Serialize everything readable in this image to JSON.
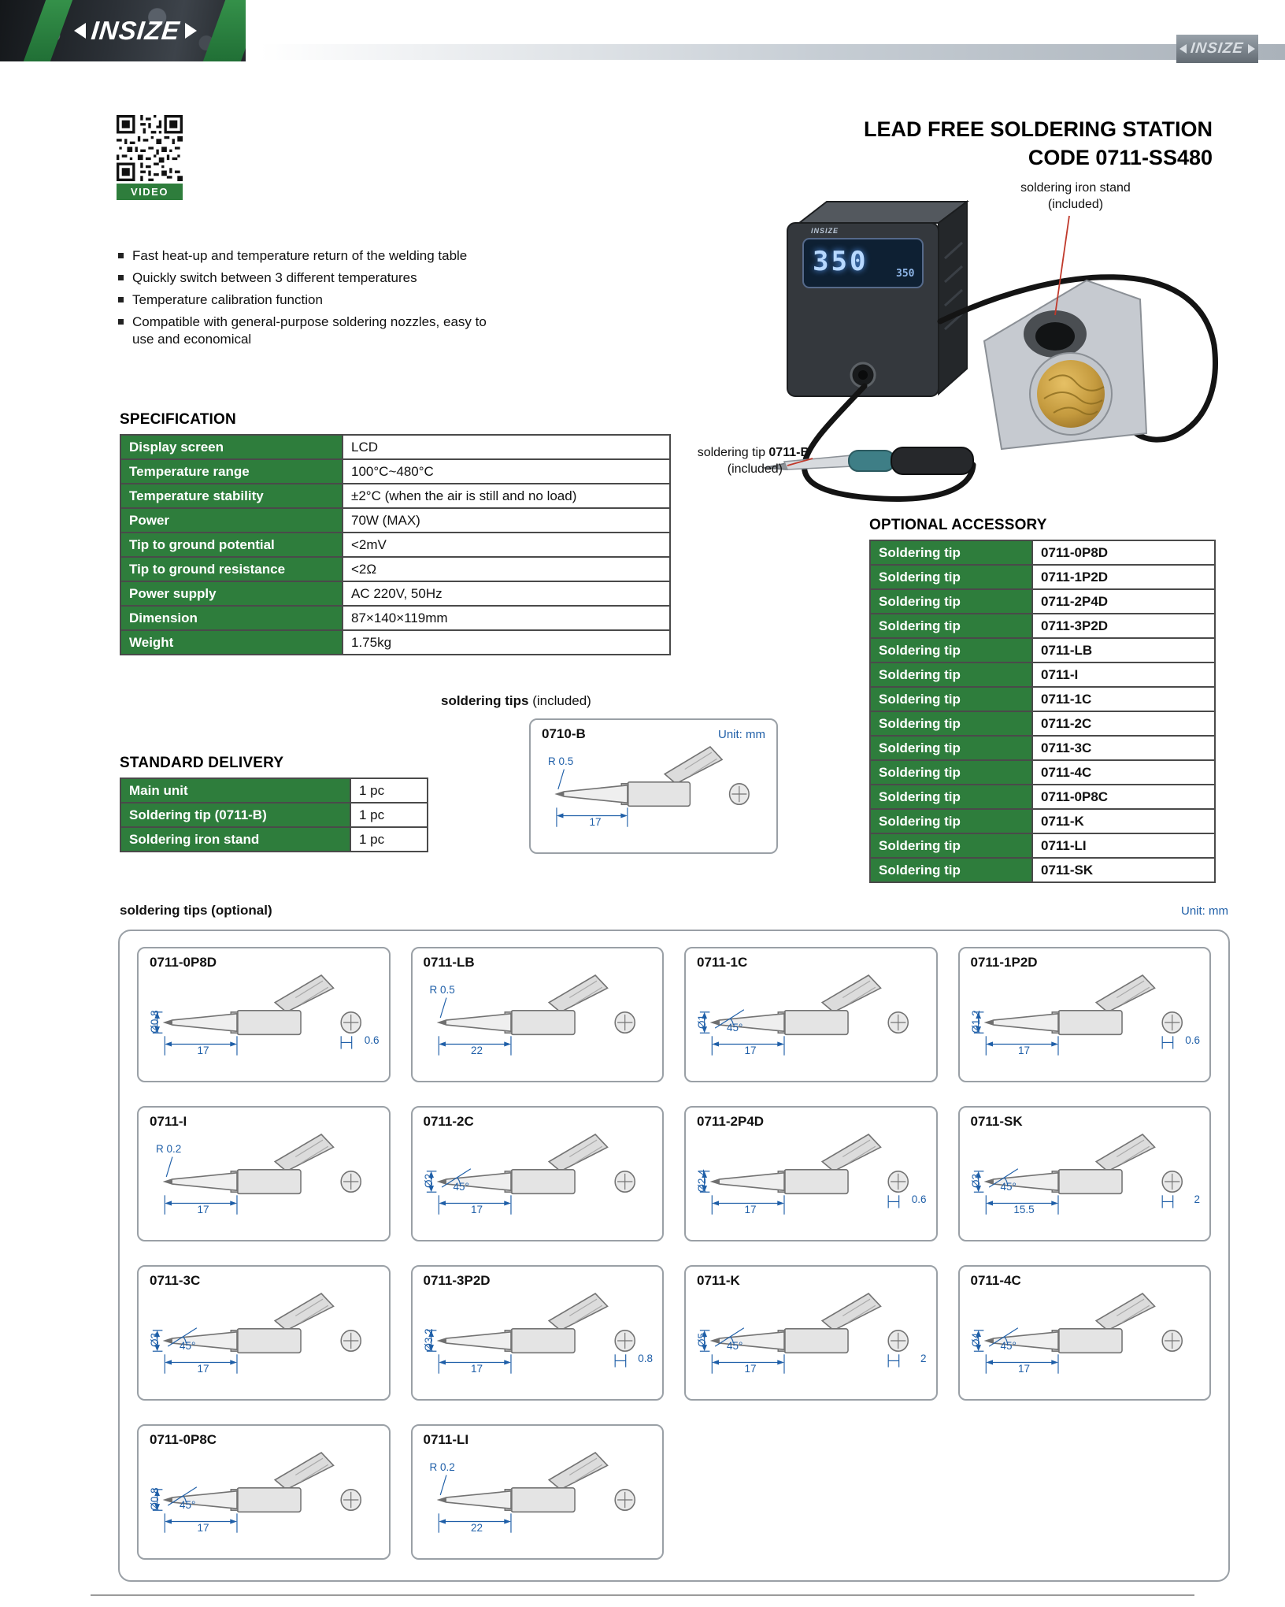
{
  "header": {
    "brand_left": "INSIZE",
    "brand_right": "INSIZE"
  },
  "title": {
    "line1": "LEAD FREE SOLDERING STATION",
    "line2": "CODE 0711-SS480"
  },
  "video_badge": "VIDEO",
  "features": [
    "Fast heat-up and temperature return of the welding table",
    "Quickly switch between 3 different temperatures",
    "Temperature calibration function",
    "Compatible with general-purpose soldering nozzles, easy to use and economical"
  ],
  "figure": {
    "stand_label_line1": "soldering iron stand",
    "stand_label_line2": "(included)",
    "tip_label_prefix": "soldering tip ",
    "tip_label_model": "0711-B",
    "tip_label_line2": "(included)",
    "display_main": "350",
    "display_sub": "350",
    "station_brand": "INSIZE"
  },
  "specification": {
    "heading": "SPECIFICATION",
    "rows": [
      [
        "Display screen",
        "LCD"
      ],
      [
        "Temperature range",
        "100°C~480°C"
      ],
      [
        "Temperature stability",
        "±2°C (when the air is still and no load)"
      ],
      [
        "Power",
        "70W (MAX)"
      ],
      [
        "Tip to ground potential",
        "<2mV"
      ],
      [
        "Tip to ground resistance",
        "<2Ω"
      ],
      [
        "Power supply",
        "AC 220V, 50Hz"
      ],
      [
        "Dimension",
        "87×140×119mm"
      ],
      [
        "Weight",
        "1.75kg"
      ]
    ]
  },
  "optional_accessory": {
    "heading": "OPTIONAL ACCESSORY",
    "rows": [
      [
        "Soldering tip",
        "0711-0P8D"
      ],
      [
        "Soldering tip",
        "0711-1P2D"
      ],
      [
        "Soldering tip",
        "0711-2P4D"
      ],
      [
        "Soldering tip",
        "0711-3P2D"
      ],
      [
        "Soldering tip",
        "0711-LB"
      ],
      [
        "Soldering tip",
        "0711-I"
      ],
      [
        "Soldering tip",
        "0711-1C"
      ],
      [
        "Soldering tip",
        "0711-2C"
      ],
      [
        "Soldering tip",
        "0711-3C"
      ],
      [
        "Soldering tip",
        "0711-4C"
      ],
      [
        "Soldering tip",
        "0711-0P8C"
      ],
      [
        "Soldering tip",
        "0711-K"
      ],
      [
        "Soldering tip",
        "0711-LI"
      ],
      [
        "Soldering tip",
        "0711-SK"
      ]
    ]
  },
  "standard_delivery": {
    "heading": "STANDARD DELIVERY",
    "rows": [
      [
        "Main unit",
        "1 pc"
      ],
      [
        "Soldering tip (0711-B)",
        "1 pc"
      ],
      [
        "Soldering iron stand",
        "1 pc"
      ]
    ]
  },
  "included_tips": {
    "heading_bold": "soldering tips",
    "heading_normal": " (included)",
    "cards": [
      {
        "model": "0710-B",
        "unit": "Unit: mm",
        "r": "R 0.5",
        "dia": "",
        "angle": "",
        "len": "17",
        "w": ""
      }
    ]
  },
  "optional_tips": {
    "heading": "soldering tips (optional)",
    "unit": "Unit: mm",
    "cards": [
      {
        "model": "0711-0P8D",
        "dia": "Ø0.8",
        "r": "",
        "angle": "",
        "len": "17",
        "w": "0.6"
      },
      {
        "model": "0711-LB",
        "dia": "",
        "r": "R 0.5",
        "angle": "",
        "len": "22",
        "w": ""
      },
      {
        "model": "0711-1C",
        "dia": "Ø1",
        "r": "",
        "angle": "45°",
        "len": "17",
        "w": ""
      },
      {
        "model": "0711-1P2D",
        "dia": "Ø1.2",
        "r": "",
        "angle": "",
        "len": "17",
        "w": "0.6"
      },
      {
        "model": "0711-I",
        "dia": "",
        "r": "R 0.2",
        "angle": "",
        "len": "17",
        "w": ""
      },
      {
        "model": "0711-2C",
        "dia": "Ø2",
        "r": "",
        "angle": "45°",
        "len": "17",
        "w": ""
      },
      {
        "model": "0711-2P4D",
        "dia": "Ø2.4",
        "r": "",
        "angle": "",
        "len": "17",
        "w": "0.6"
      },
      {
        "model": "0711-SK",
        "dia": "Ø3",
        "r": "",
        "angle": "45°",
        "len": "15.5",
        "w": "2"
      },
      {
        "model": "0711-3C",
        "dia": "Ø3",
        "r": "",
        "angle": "45°",
        "len": "17",
        "w": ""
      },
      {
        "model": "0711-3P2D",
        "dia": "Ø3.2",
        "r": "",
        "angle": "",
        "len": "17",
        "w": "0.8"
      },
      {
        "model": "0711-K",
        "dia": "Ø5",
        "r": "",
        "angle": "45°",
        "len": "17",
        "w": "2"
      },
      {
        "model": "0711-4C",
        "dia": "Ø4",
        "r": "",
        "angle": "45°",
        "len": "17",
        "w": ""
      },
      {
        "model": "0711-0P8C",
        "dia": "Ø0.8",
        "r": "",
        "angle": "45°",
        "len": "17",
        "w": ""
      },
      {
        "model": "0711-LI",
        "dia": "",
        "r": "R 0.2",
        "angle": "",
        "len": "22",
        "w": ""
      }
    ]
  },
  "colors": {
    "green": "#2e7d3c",
    "dim_blue": "#1f5fa8"
  }
}
